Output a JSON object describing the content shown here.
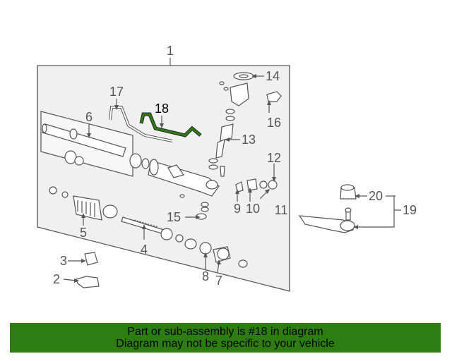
{
  "diagram": {
    "callouts": {
      "c1": "1",
      "c2": "2",
      "c3": "3",
      "c4": "4",
      "c5": "5",
      "c6": "6",
      "c7": "7",
      "c8": "8",
      "c9": "9",
      "c10": "10",
      "c11": "11",
      "c12": "12",
      "c13": "13",
      "c14": "14",
      "c15": "15",
      "c16": "16",
      "c17": "17",
      "c18": "18",
      "c19": "19",
      "c20": "20"
    },
    "highlight_color": "#2e7d12",
    "line_color": "#555555",
    "panel_color": "#f0f0f0"
  },
  "banner": {
    "line1": "Part or sub-assembly is #18 in diagram",
    "line2": "Diagram may not be specific to your vehicle",
    "background": "#2e7d12"
  }
}
